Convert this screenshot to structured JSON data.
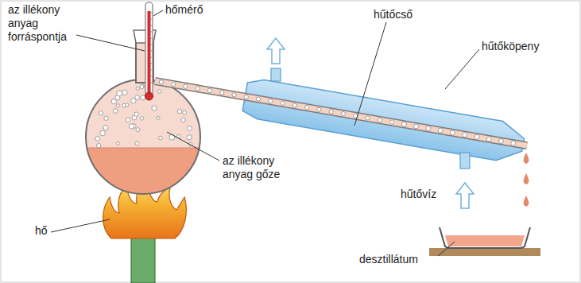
{
  "diagram": {
    "labels": [
      "az illékony anyag forráspontja",
      "hőmérő",
      "hűtőcső",
      "hűtőköpeny",
      "az illékony anyag gőze",
      "hő",
      "hűtővíz",
      "desztillátum"
    ]
  }
}
